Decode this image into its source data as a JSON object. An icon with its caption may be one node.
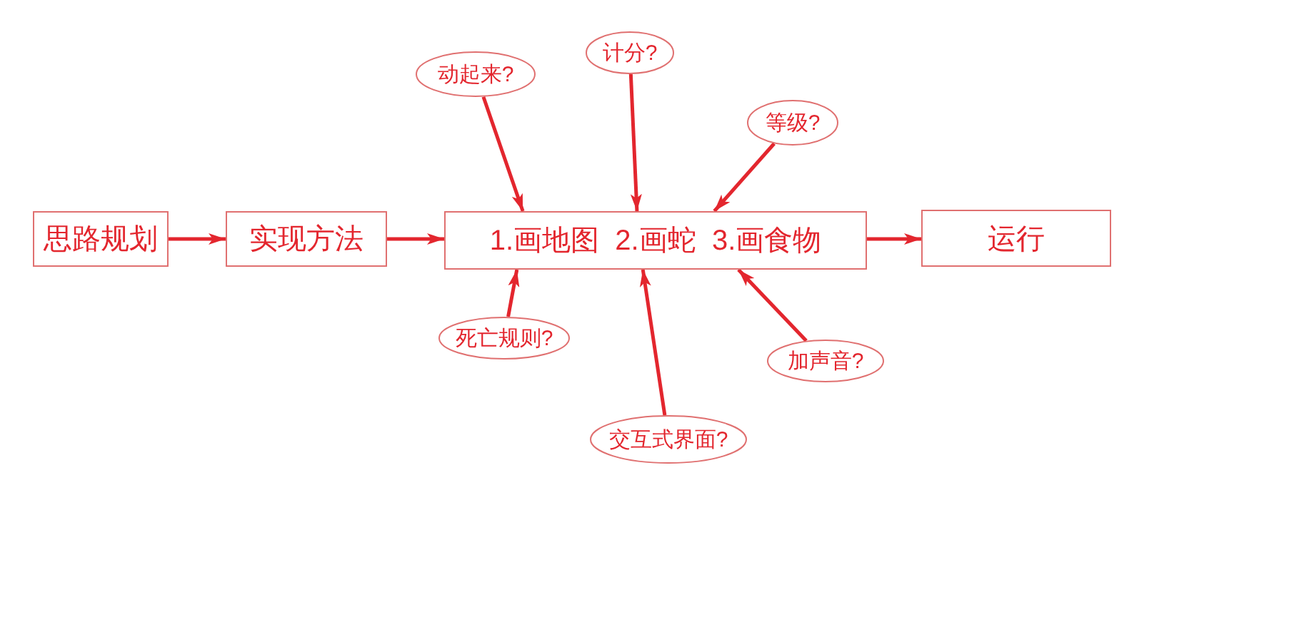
{
  "diagram": {
    "nodes": [
      {
        "text": [
          "思路规划"
        ]
      },
      {
        "text": [
          "实现方法"
        ]
      },
      {
        "text": [
          "1.画地图  2.画蛇  3.画食物"
        ]
      },
      {
        "text": [
          "运行"
        ]
      },
      {
        "text": [
          "动起来?"
        ]
      },
      {
        "text": [
          "计分?"
        ]
      },
      {
        "text": [
          "等级?"
        ]
      },
      {
        "text": [
          "死亡规则?"
        ]
      },
      {
        "text": [
          "交互式界面?"
        ]
      },
      {
        "text": [
          "加声音?"
        ]
      }
    ],
    "edges": [
      {
        "from": 0,
        "to": 1,
        "arrow": "to"
      },
      {
        "from": 1,
        "to": 2,
        "arrow": "to"
      },
      {
        "from": 2,
        "to": 3,
        "arrow": "to"
      },
      {
        "from": 4,
        "to": 2,
        "arrow": "to"
      },
      {
        "from": 5,
        "to": 2,
        "arrow": "to"
      },
      {
        "from": 6,
        "to": 2,
        "arrow": "to"
      },
      {
        "from": 7,
        "to": 2,
        "arrow": "to"
      },
      {
        "from": 8,
        "to": 2,
        "arrow": "to"
      },
      {
        "from": 9,
        "to": 2,
        "arrow": "to"
      }
    ]
  }
}
